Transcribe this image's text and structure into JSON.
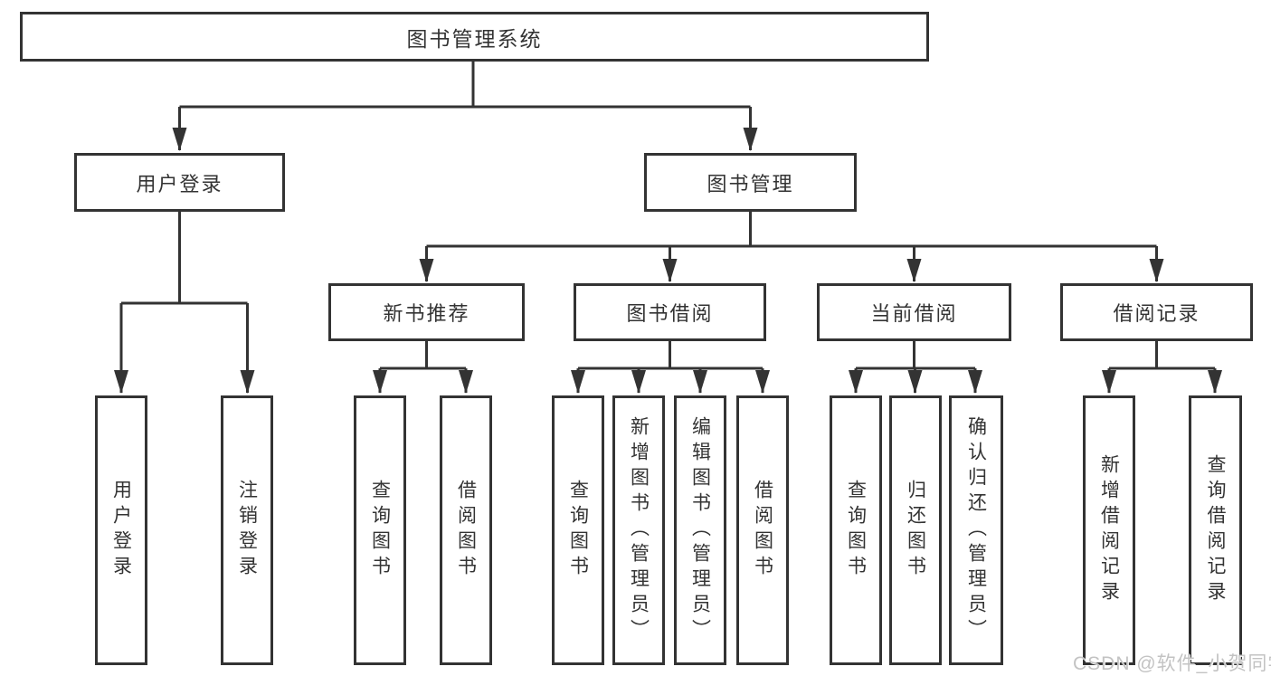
{
  "diagram": {
    "title": "图书管理系统",
    "tree": {
      "label": "图书管理系统",
      "children": [
        {
          "label": "用户登录",
          "children": [
            {
              "label": "用户登录"
            },
            {
              "label": "注销登录"
            }
          ]
        },
        {
          "label": "图书管理",
          "children": [
            {
              "label": "新书推荐",
              "children": [
                {
                  "label": "查询图书"
                },
                {
                  "label": "借阅图书"
                }
              ]
            },
            {
              "label": "图书借阅",
              "children": [
                {
                  "label": "查询图书"
                },
                {
                  "label": "新增图书（管理员）"
                },
                {
                  "label": "编辑图书（管理员）"
                },
                {
                  "label": "借阅图书"
                }
              ]
            },
            {
              "label": "当前借阅",
              "children": [
                {
                  "label": "查询图书"
                },
                {
                  "label": "归还图书"
                },
                {
                  "label": "确认归还（管理员）"
                }
              ]
            },
            {
              "label": "借阅记录",
              "children": [
                {
                  "label": "新增借阅记录"
                },
                {
                  "label": "查询借阅记录"
                }
              ]
            }
          ]
        }
      ]
    }
  },
  "watermark": {
    "text": "CSDN @软件_小贺同学"
  },
  "colors": {
    "line": "#333333",
    "box_border": "#333333",
    "text": "#333333",
    "background": "#ffffff",
    "watermark": "#c3c3c3"
  }
}
